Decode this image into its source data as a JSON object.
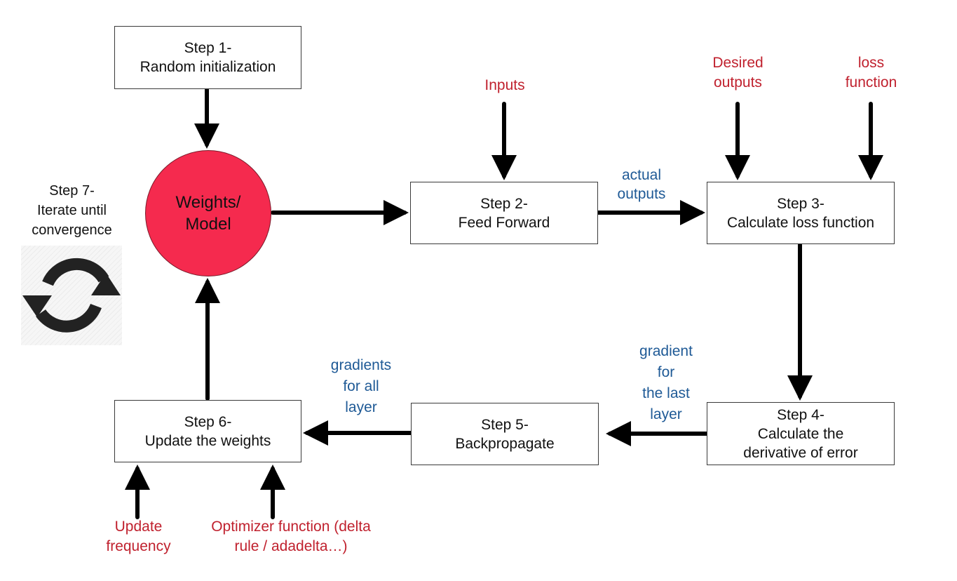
{
  "steps": {
    "step1": {
      "title": "Step 1-",
      "desc": "Random initialization"
    },
    "step2": {
      "title": "Step 2-",
      "desc": "Feed Forward"
    },
    "step3": {
      "title": "Step 3-",
      "desc": "Calculate loss function"
    },
    "step4": {
      "title": "Step 4-",
      "desc_line1": "Calculate the",
      "desc_line2": "derivative of error"
    },
    "step5": {
      "title": "Step 5-",
      "desc": "Backpropagate"
    },
    "step6": {
      "title": "Step 6-",
      "desc": "Update the weights"
    },
    "step7": {
      "title": "Step 7-",
      "desc_line1": "Iterate until",
      "desc_line2": "convergence",
      "icon": "refresh-icon"
    }
  },
  "model": {
    "line1": "Weights/",
    "line2": "Model",
    "color": "#f52a4e"
  },
  "inputs_labels": {
    "inputs": "Inputs",
    "desired_outputs": [
      "Desired",
      "outputs"
    ],
    "loss_function": [
      "loss",
      "function"
    ],
    "update_frequency": [
      "Update",
      "frequency"
    ],
    "optimizer_function": [
      "Optimizer function (delta",
      "rule / adadelta…)"
    ]
  },
  "flow_labels": {
    "actual_outputs": [
      "actual",
      "outputs"
    ],
    "gradient_last_layer": [
      "gradient",
      "for",
      "the last",
      "layer"
    ],
    "gradients_all_layer": [
      "gradients",
      "for all",
      "layer"
    ]
  },
  "colors": {
    "input_label": "#c0212e",
    "flow_label": "#1f5a96",
    "arrow": "#000000"
  }
}
